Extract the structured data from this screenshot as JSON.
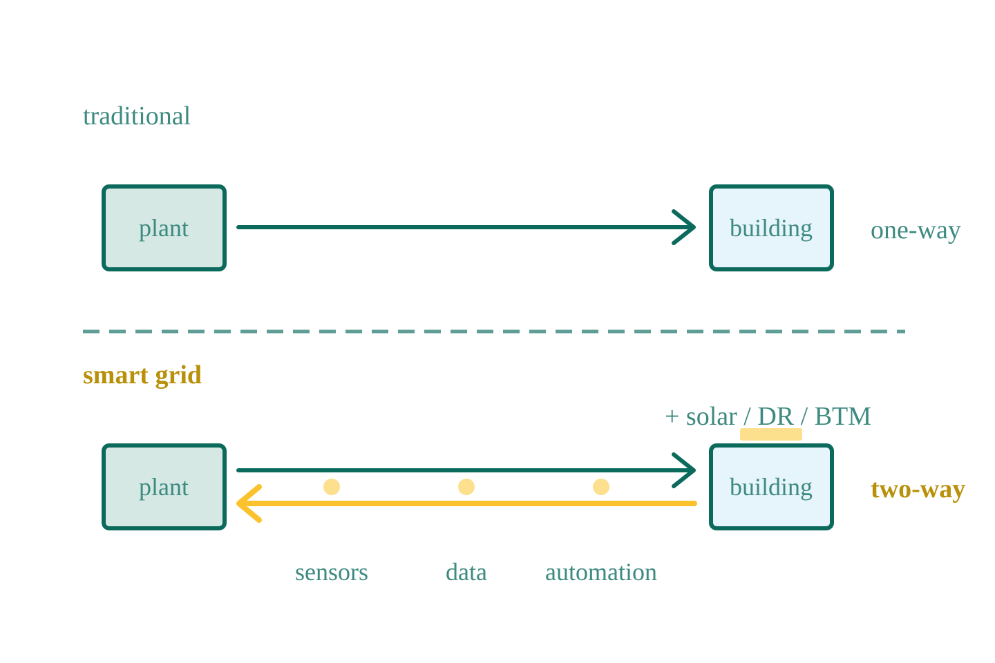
{
  "colors": {
    "primary": "#0b6a5c",
    "label_text": "#3d8a80",
    "divider": "#5f9e96",
    "plant_fill": "#d5e8e4",
    "building_fill": "#e6f4fb",
    "accent": "#fbc22d",
    "accent_light": "#fde08e",
    "accent_text": "#b8900a"
  },
  "traditional": {
    "heading": "traditional",
    "source_label": "plant",
    "target_label": "building",
    "flow_label": "one-way"
  },
  "smart_grid": {
    "heading": "smart grid",
    "source_label": "plant",
    "target_label": "building",
    "flow_label": "two-way",
    "additions_label": "+ solar / DR / BTM",
    "enablers": [
      "sensors",
      "data",
      "automation"
    ]
  }
}
